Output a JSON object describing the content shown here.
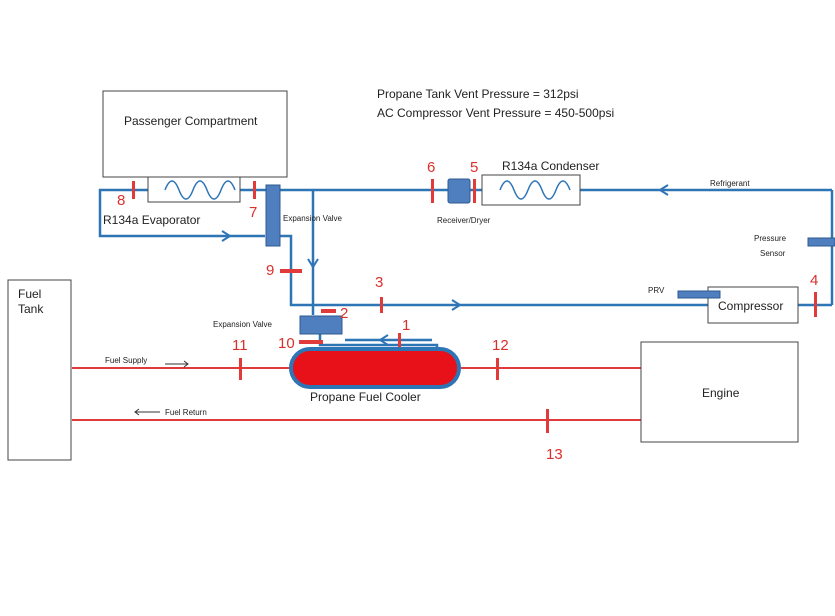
{
  "notes": {
    "propane_vent": "Propane Tank Vent Pressure = 312psi",
    "ac_vent": "AC Compressor Vent Pressure = 450-500psi"
  },
  "components": {
    "passenger_compartment": "Passenger Compartment",
    "evaporator": "R134a Evaporator",
    "condenser": "R134a Condenser",
    "receiver_dryer": "Receiver/Dryer",
    "expansion_valve_upper": "Expansion Valve",
    "expansion_valve_lower": "Expansion Valve",
    "refrigerant": "Refrigerant",
    "pressure_sensor_1": "Pressure",
    "pressure_sensor_2": "Sensor",
    "prv": "PRV",
    "compressor": "Compressor",
    "fuel_tank_1": "Fuel",
    "fuel_tank_2": "Tank",
    "fuel_supply": "Fuel Supply",
    "fuel_return": "Fuel Return",
    "propane_cooler": "Propane Fuel Cooler",
    "engine": "Engine"
  },
  "points": {
    "p1": "1",
    "p2": "2",
    "p3": "3",
    "p4": "4",
    "p5": "5",
    "p6": "6",
    "p7": "7",
    "p8": "8",
    "p9": "9",
    "p10": "10",
    "p11": "11",
    "p12": "12",
    "p13": "13"
  },
  "colors": {
    "refrigerant_line": "#2e75b6",
    "fuel_line": "#e03a3a",
    "component": "#4f7fbf",
    "sensor_mark": "#e03a3a"
  }
}
